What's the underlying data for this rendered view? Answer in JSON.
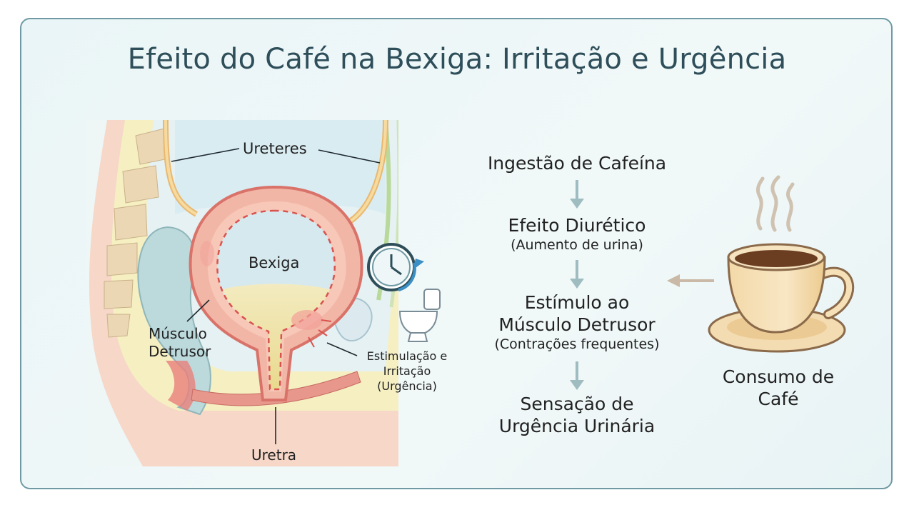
{
  "title": "Efeito do Café na Bexiga: Irritação e Urgência",
  "anatomy": {
    "ureteres": "Ureteres",
    "bexiga": "Bexiga",
    "musculo_l1": "Músculo",
    "musculo_l2": "Detrusor",
    "estim_l1": "Estimulação e",
    "estim_l2": "Irritação",
    "estim_l3": "(Urgência)",
    "uretra": "Uretra"
  },
  "flow": {
    "step1": "Ingestão de Cafeína",
    "step2": "Efeito Diurético",
    "step2_sub": "(Aumento de urina)",
    "step3_l1": "Estímulo ao",
    "step3_l2": "Músculo Detrusor",
    "step3_sub": "(Contrações frequentes)",
    "step4_l1": "Sensação de",
    "step4_l2": "Urgência Urinária"
  },
  "coffee": {
    "label_l1": "Consumo de",
    "label_l2": "Café"
  },
  "icons": [
    "clock-icon",
    "toilet-icon",
    "coffee-cup-icon",
    "steam-icon",
    "arrow-icon"
  ],
  "colors": {
    "title": "#2e4e5a",
    "border": "#6f9aa3",
    "arrow": "#9fbcc0",
    "bladder_wall": "#e8807a",
    "urine": "#efe2a8"
  }
}
